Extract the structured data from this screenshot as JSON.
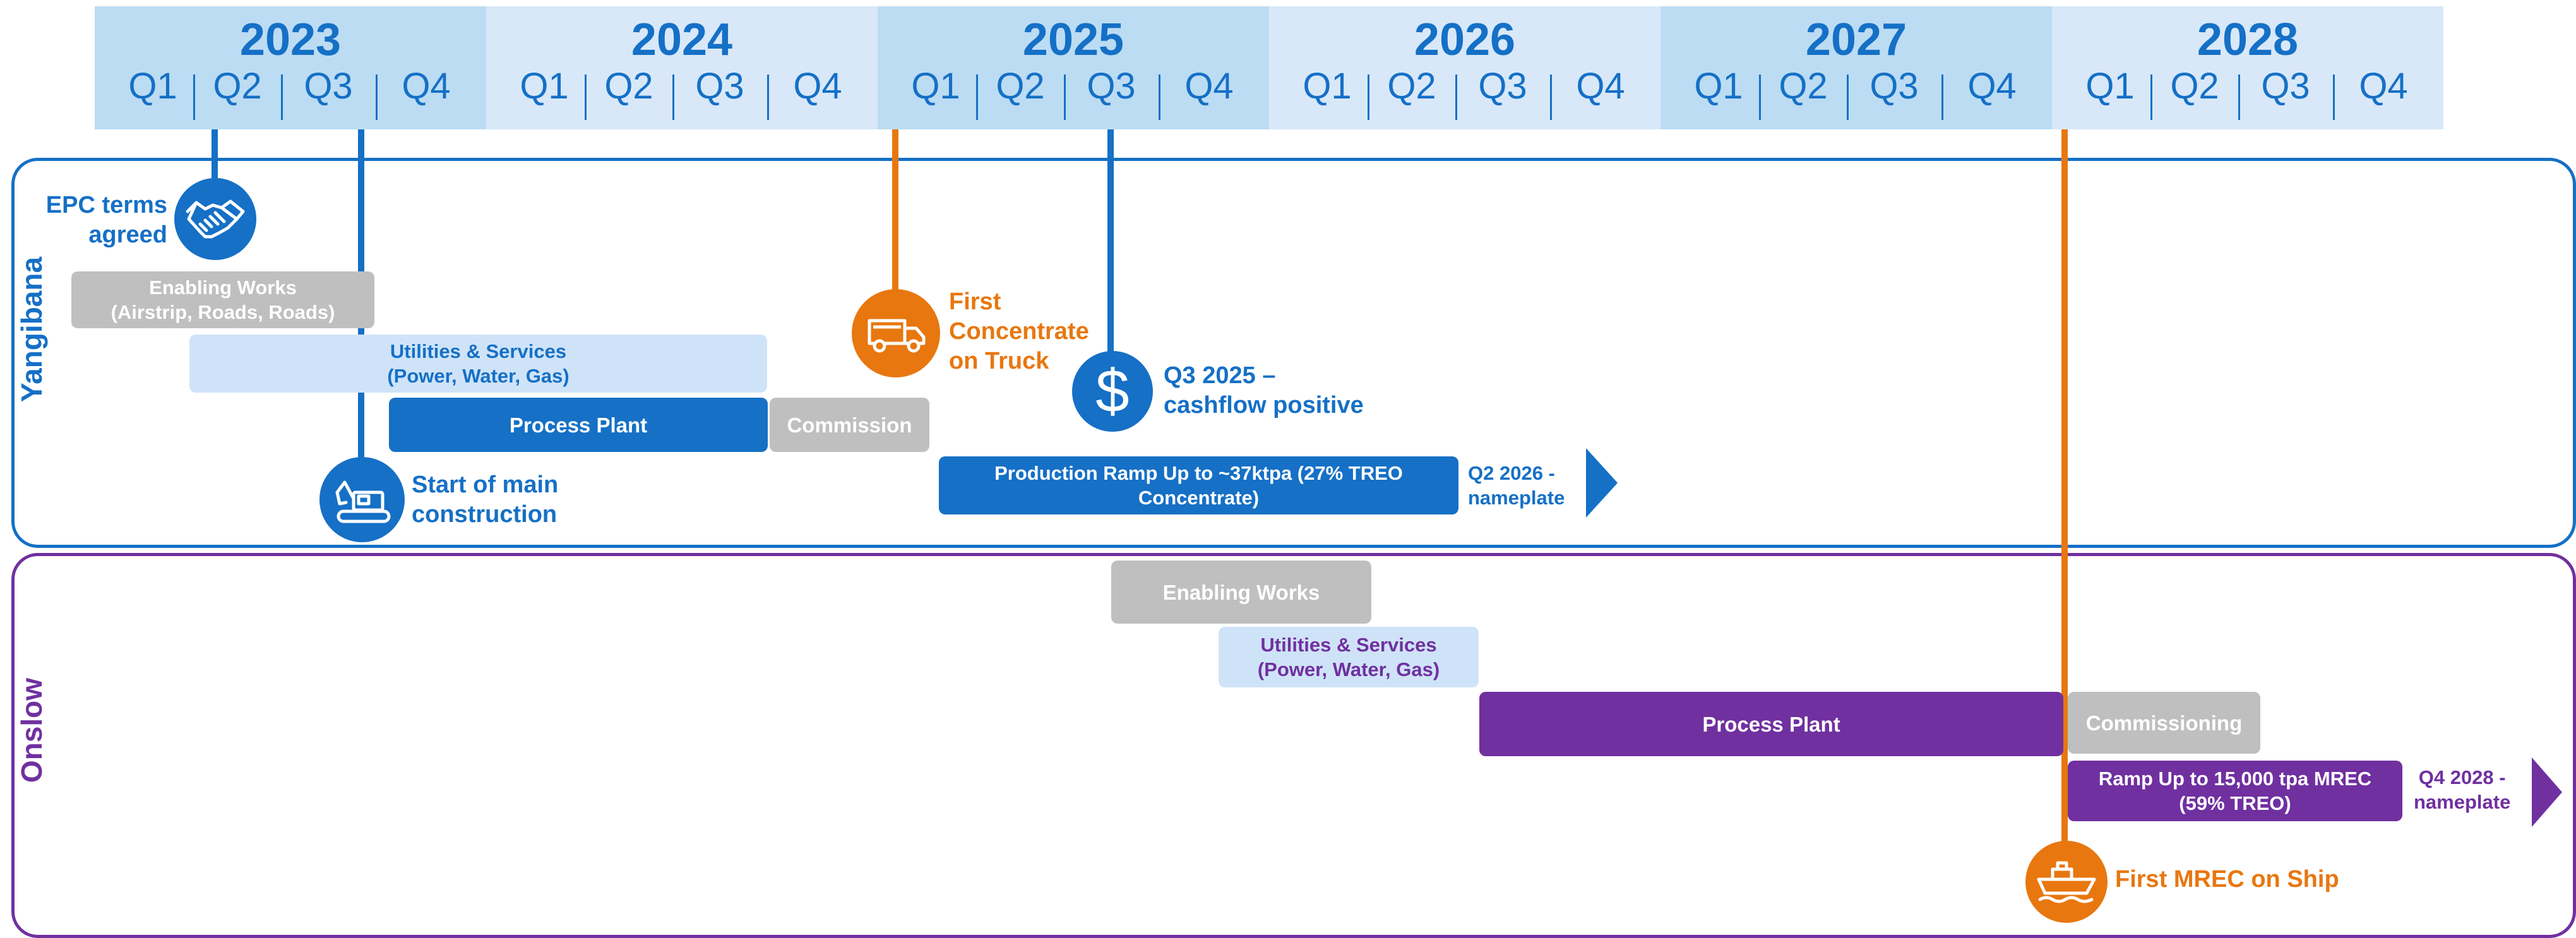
{
  "colors": {
    "blue": "#1570c6",
    "purple": "#7030a0",
    "orange": "#e8770f",
    "gray": "#bfbfbf",
    "light_blue_bar": "#cfe3f8",
    "header_dark": "#bcdcf3",
    "header_light": "#d8e8f9"
  },
  "timeline": {
    "years": [
      "2023",
      "2024",
      "2025",
      "2026",
      "2027",
      "2028"
    ],
    "quarters": [
      "Q1",
      "Q2",
      "Q3",
      "Q4"
    ]
  },
  "yangibana": {
    "label": "Yangibana",
    "bars": {
      "enabling_works": "Enabling Works\n(Airstrip, Roads, Roads)",
      "utilities": "Utilities & Services\n(Power, Water, Gas)",
      "process_plant": "Process Plant",
      "commission": "Commission",
      "production_ramp": "Production Ramp Up to ~37ktpa (27% TREO\nConcentrate)"
    },
    "nameplate": "Q2 2026 -\nnameplate",
    "milestones": {
      "epc": {
        "text": "EPC terms\nagreed",
        "icon": "handshake-icon"
      },
      "main_construction": {
        "text": "Start of main\nconstruction",
        "icon": "excavator-icon"
      },
      "first_concentrate": {
        "text": "First\nConcentrate\non Truck",
        "icon": "truck-icon"
      },
      "cashflow": {
        "text": "Q3 2025 –\ncashflow positive",
        "icon": "dollar-icon",
        "symbol": "$"
      }
    }
  },
  "onslow": {
    "label": "Onslow",
    "bars": {
      "enabling_works": "Enabling Works",
      "utilities": "Utilities & Services\n(Power, Water, Gas)",
      "process_plant": "Process Plant",
      "commissioning": "Commissioning",
      "ramp_up": "Ramp Up to 15,000 tpa MREC\n(59% TREO)"
    },
    "nameplate": "Q4 2028 -\nnameplate",
    "milestones": {
      "first_mrec": {
        "text": "First MREC on Ship",
        "icon": "ship-icon"
      }
    }
  }
}
